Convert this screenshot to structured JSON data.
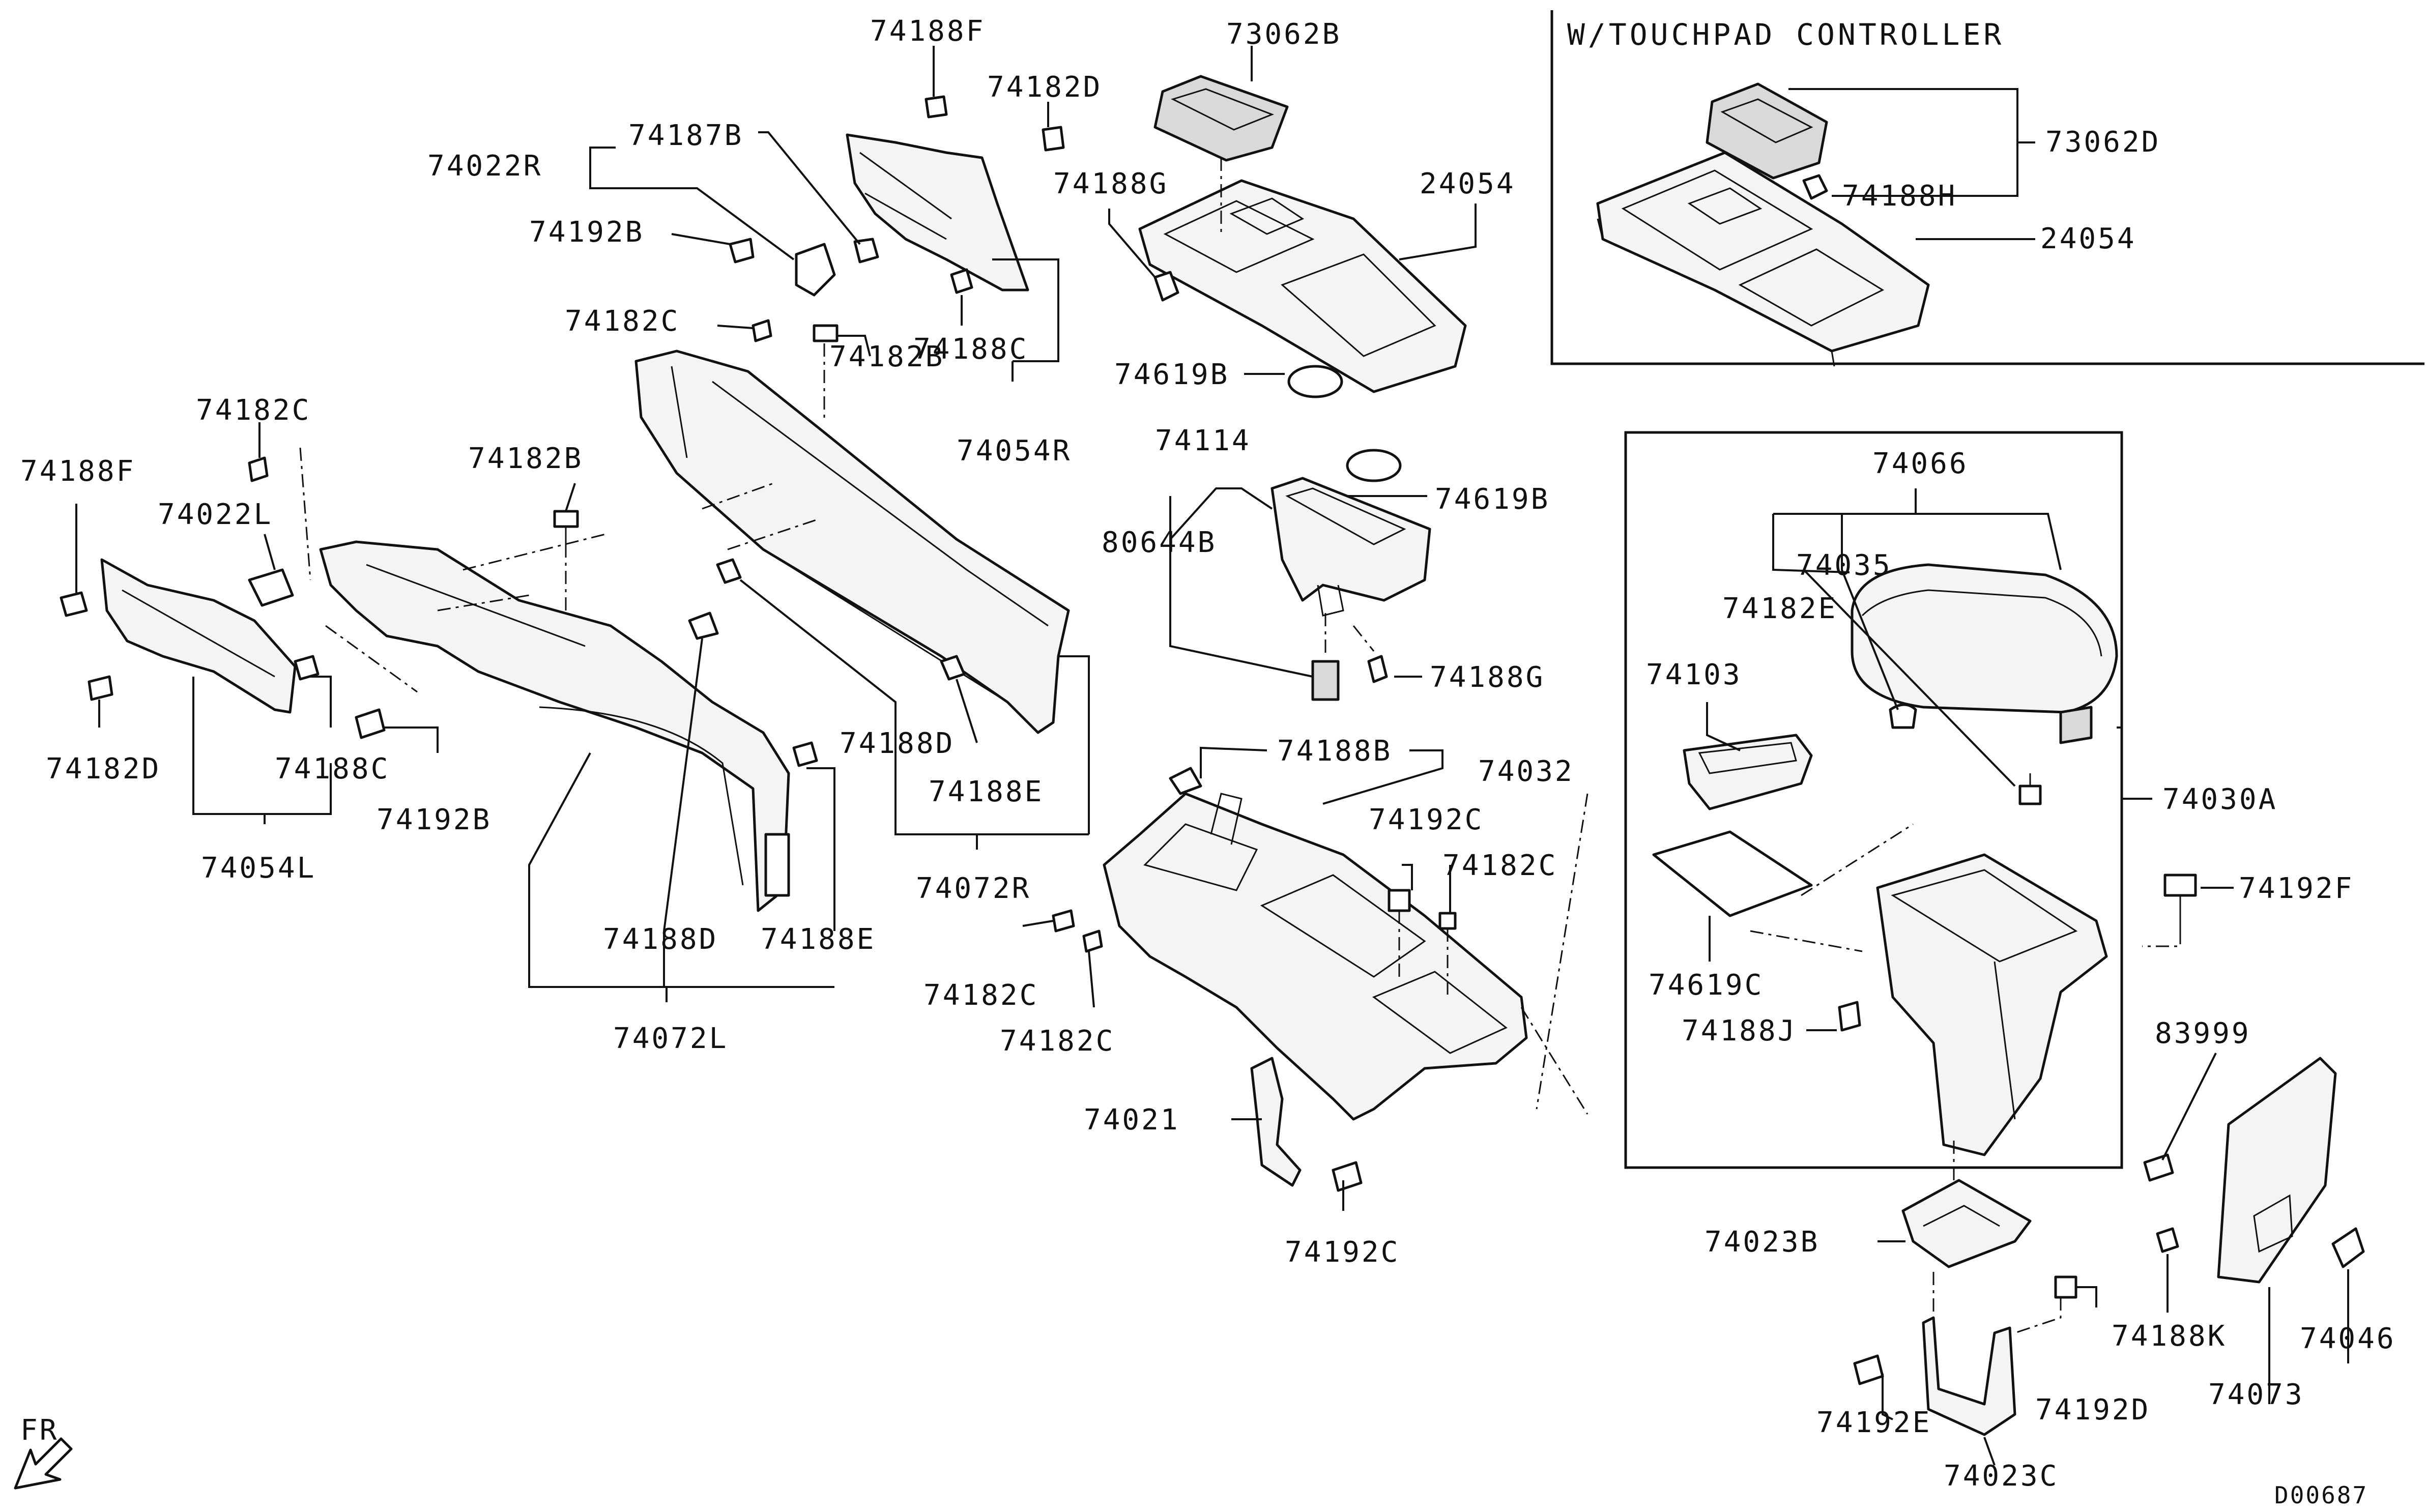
{
  "diagram": {
    "inset_title": "W/TOUCHPAD CONTROLLER",
    "drawing_number": "D00687",
    "orientation_label": "FR",
    "part_labels": {
      "p74188F_top": "74188F",
      "p74182D_top": "74182D",
      "p74022R": "74022R",
      "p74187B": "74187B",
      "p74192B_top": "74192B",
      "p74182C_top": "74182C",
      "p74188C_mid": "74188C",
      "p74182B_mid": "74182B",
      "p74054R": "74054R",
      "p73062B": "73062B",
      "p74188G_top": "74188G",
      "p24054_main": "24054",
      "p74619B_a": "74619B",
      "p74114": "74114",
      "p80644B": "80644B",
      "p74619B_b": "74619B",
      "p74188G_low": "74188G",
      "p73062D": "73062D",
      "p74188H": "74188H",
      "p24054_inset": "24054",
      "p74066": "74066",
      "p74035": "74035",
      "p74182E": "74182E",
      "p74103": "74103",
      "p74030A": "74030A",
      "p74619C": "74619C",
      "p74188J": "74188J",
      "p74192F": "74192F",
      "p83999": "83999",
      "p74188K": "74188K",
      "p74046": "74046",
      "p74073": "74073",
      "p74023B": "74023B",
      "p74023C": "74023C",
      "p74192E": "74192E",
      "p74192D": "74192D",
      "p74021": "74021",
      "p74192C_bottom": "74192C",
      "p74188B": "74188B",
      "p74032": "74032",
      "p74192C_mid": "74192C",
      "p74182C_right": "74182C",
      "p74182C_mid1": "74182C",
      "p74182C_mid2": "74182C",
      "p74188D_mid": "74188D",
      "p74188E_mid": "74188E",
      "p74072R": "74072R",
      "p74182B_left": "74182B",
      "p74188D_low": "74188D",
      "p74188E_low": "74188E",
      "p74072L": "74072L",
      "p74182C_left": "74182C",
      "p74022L": "74022L",
      "p74188F_left": "74188F",
      "p74182D_left": "74182D",
      "p74188C_left": "74188C",
      "p74192B_left": "74192B",
      "p74054L": "74054L"
    }
  }
}
